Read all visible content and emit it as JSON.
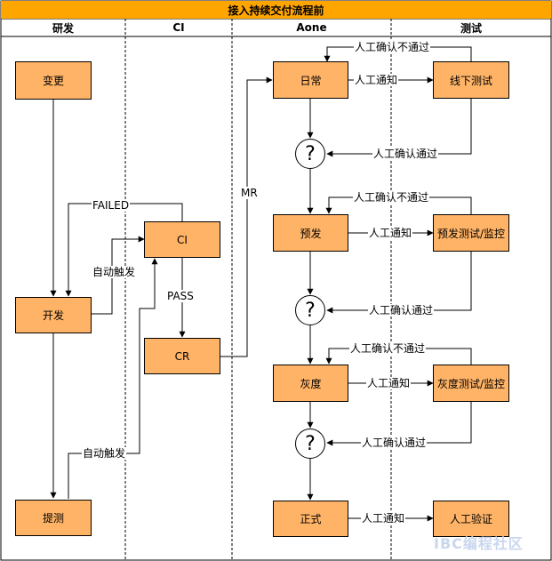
{
  "title": "接入持续交付流程前",
  "lanes": [
    "研发",
    "CI",
    "Aone",
    "测试"
  ],
  "nodes": {
    "change": "变更",
    "develop": "开发",
    "submit": "提测",
    "ci": "CI",
    "cr": "CR",
    "daily": "日常",
    "offline_test": "线下测试",
    "pre": "预发",
    "pre_test": "预发测试/监控",
    "gray": "灰度",
    "gray_test": "灰度测试/监控",
    "formal": "正式",
    "manual_verify": "人工验证",
    "decision_1": "?",
    "decision_2": "?",
    "decision_3": "?"
  },
  "edge_labels": {
    "failed": "FAILED",
    "auto_trigger_1": "自动触发",
    "pass": "PASS",
    "mr": "MR",
    "auto_trigger_2": "自动触发",
    "reject_1": "人工确认不通过",
    "notify_1": "人工通知",
    "approve_1": "人工确认通过",
    "reject_2": "人工确认不通过",
    "notify_2": "人工通知",
    "approve_2": "人工确认通过",
    "reject_3": "人工确认不通过",
    "notify_3": "人工通知",
    "approve_3": "人工确认通过",
    "notify_4": "人工通知"
  },
  "watermark": "IBC编程社区",
  "colors": {
    "header": "#ffa500",
    "node": "#ffb366",
    "border": "#000000"
  }
}
